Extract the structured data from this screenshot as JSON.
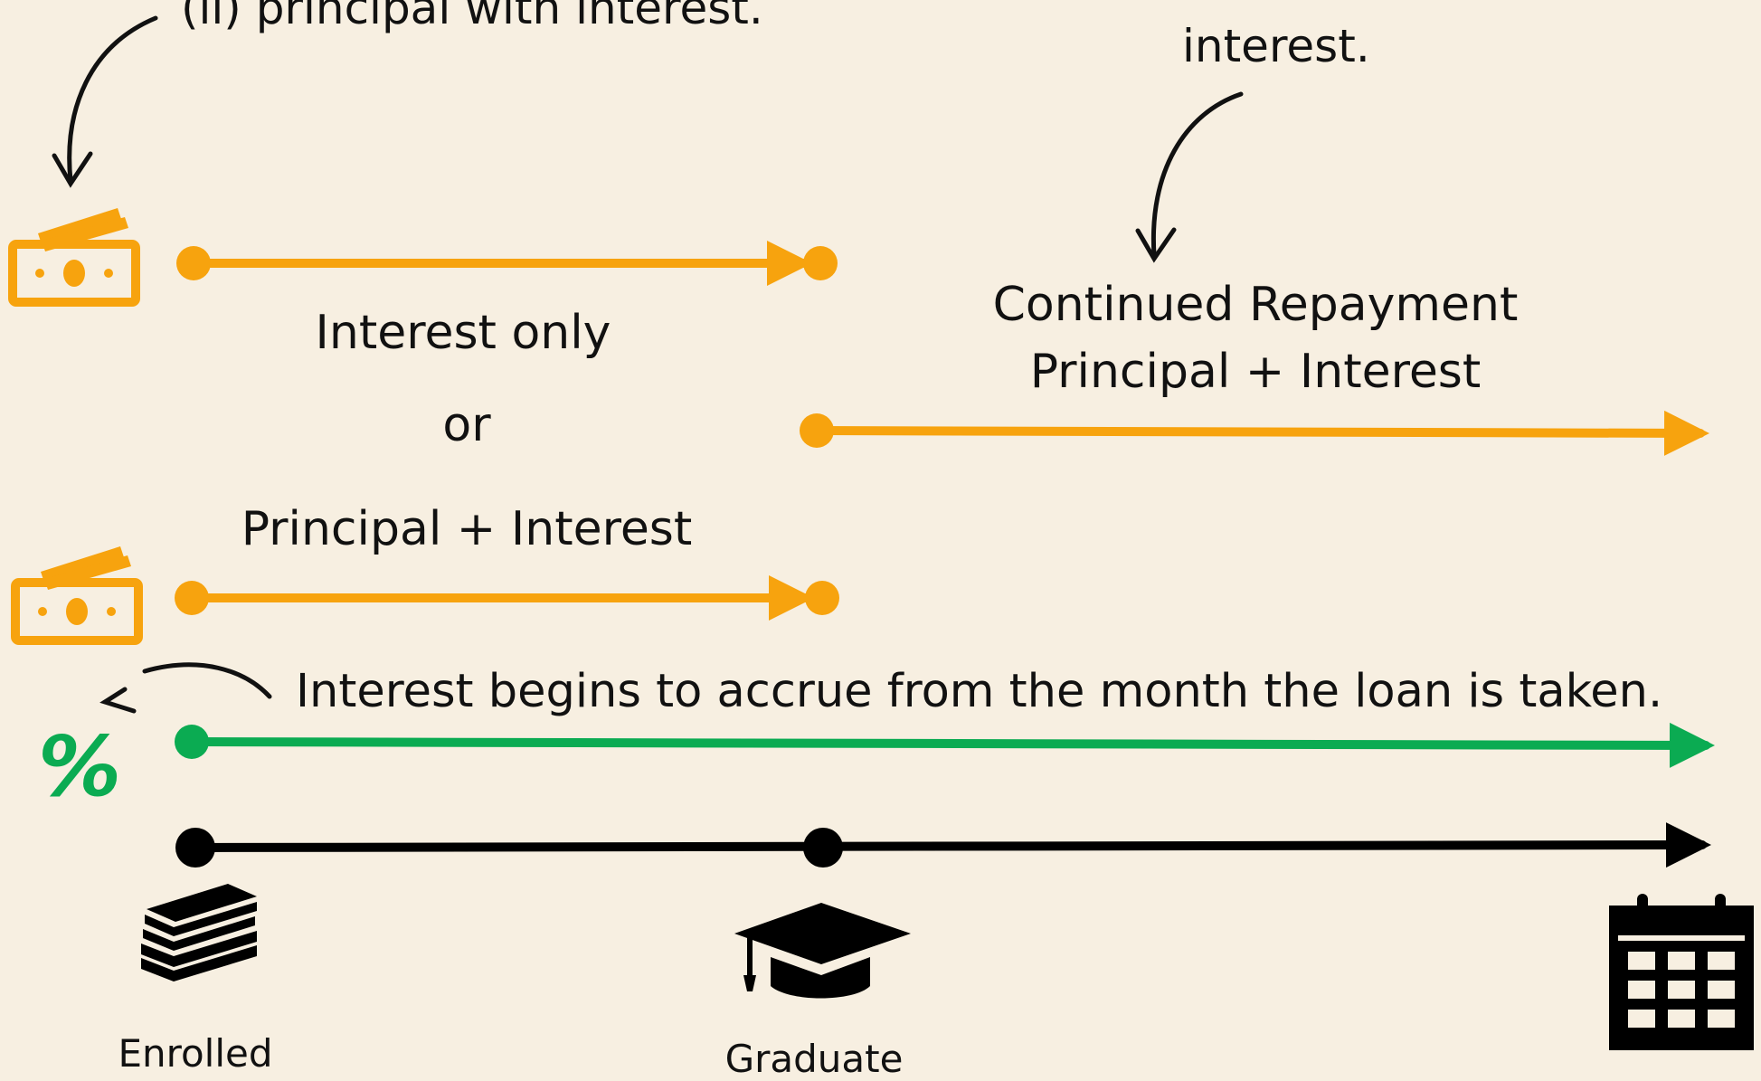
{
  "top_left_text": "(ii) principal with interest.",
  "top_right_text": "interest.",
  "in_study_options": {
    "line1": "Interest only",
    "line2": "or",
    "line3": "Principal + Interest"
  },
  "after_graduation": {
    "line1": "Continued Repayment",
    "line2": "Principal + Interest"
  },
  "interest_note": "Interest begins to accrue from the month the loan is taken.",
  "percent_symbol": "%",
  "milestones": {
    "start": "Enrolled",
    "middle": "Graduate"
  },
  "icons": [
    "money-icon",
    "money-icon",
    "percent-icon",
    "books-icon",
    "graduation-cap-icon",
    "calendar-icon",
    "curved-arrow-icon"
  ],
  "colors": {
    "background": "#f7efe1",
    "repayment": "#f7a30e",
    "interest": "#0bab52",
    "timeline": "#000000",
    "text": "#111111"
  }
}
